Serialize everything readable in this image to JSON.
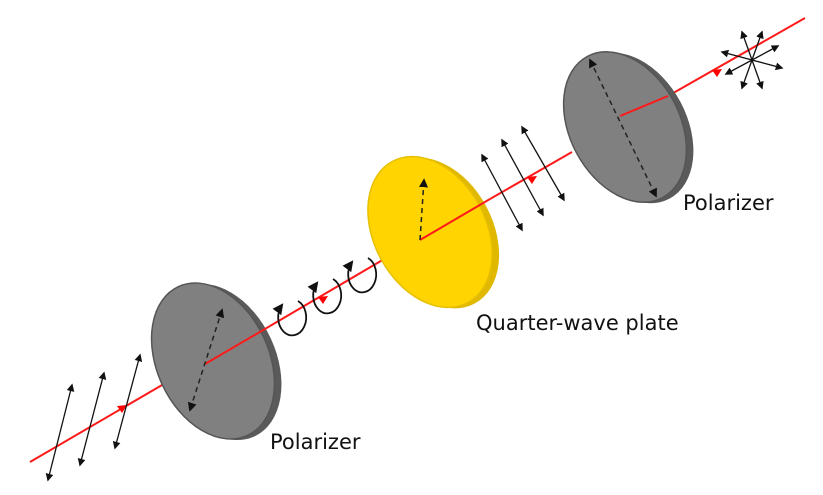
{
  "labels": {
    "polarizer_right": "Polarizer",
    "quarter_wave_plate": "Quarter-wave plate",
    "polarizer_left": "Polarizer"
  },
  "colors": {
    "beam": "#ff1a1a",
    "polarizer": "#7f7f7f",
    "polarizer_edge": "#5a5a5a",
    "waveplate": "#ffd400",
    "waveplate_edge": "#e0b800",
    "arrow": "#111111"
  }
}
